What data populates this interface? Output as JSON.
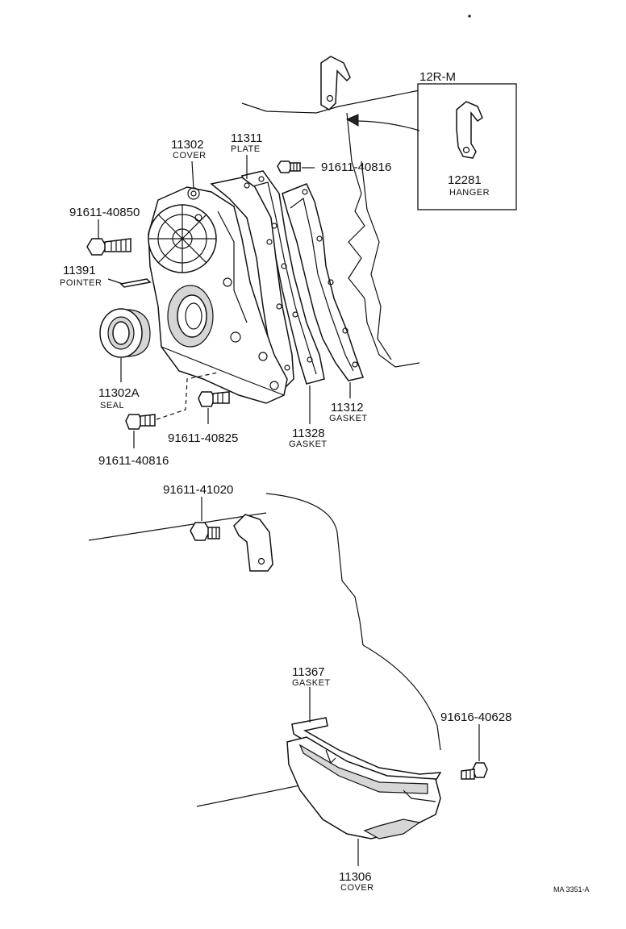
{
  "diagram_code": "MA 3351-A",
  "box_label": "12R-M",
  "parts": {
    "cover_upper": {
      "number": "11302",
      "name": "COVER"
    },
    "plate": {
      "number": "11311",
      "name": "PLATE"
    },
    "bolt_top": {
      "number": "91611-40816"
    },
    "bolt_left": {
      "number": "91611-40850"
    },
    "pointer": {
      "number": "11391",
      "name": "POINTER"
    },
    "seal": {
      "number": "11302A",
      "name": "SEAL"
    },
    "bolt_mid": {
      "number": "91611-40825"
    },
    "bolt_lower_left": {
      "number": "91611-40816"
    },
    "gasket_plate": {
      "number": "11328",
      "name": "GASKET"
    },
    "gasket_outer": {
      "number": "11312",
      "name": "GASKET"
    },
    "hanger": {
      "number": "12281",
      "name": "HANGER"
    },
    "bolt_hanger": {
      "number": "91611-41020"
    },
    "gasket_oilpan": {
      "number": "11367",
      "name": "GASKET"
    },
    "bolt_oilpan": {
      "number": "91616-40628"
    },
    "cover_lower": {
      "number": "11306",
      "name": "COVER"
    }
  }
}
